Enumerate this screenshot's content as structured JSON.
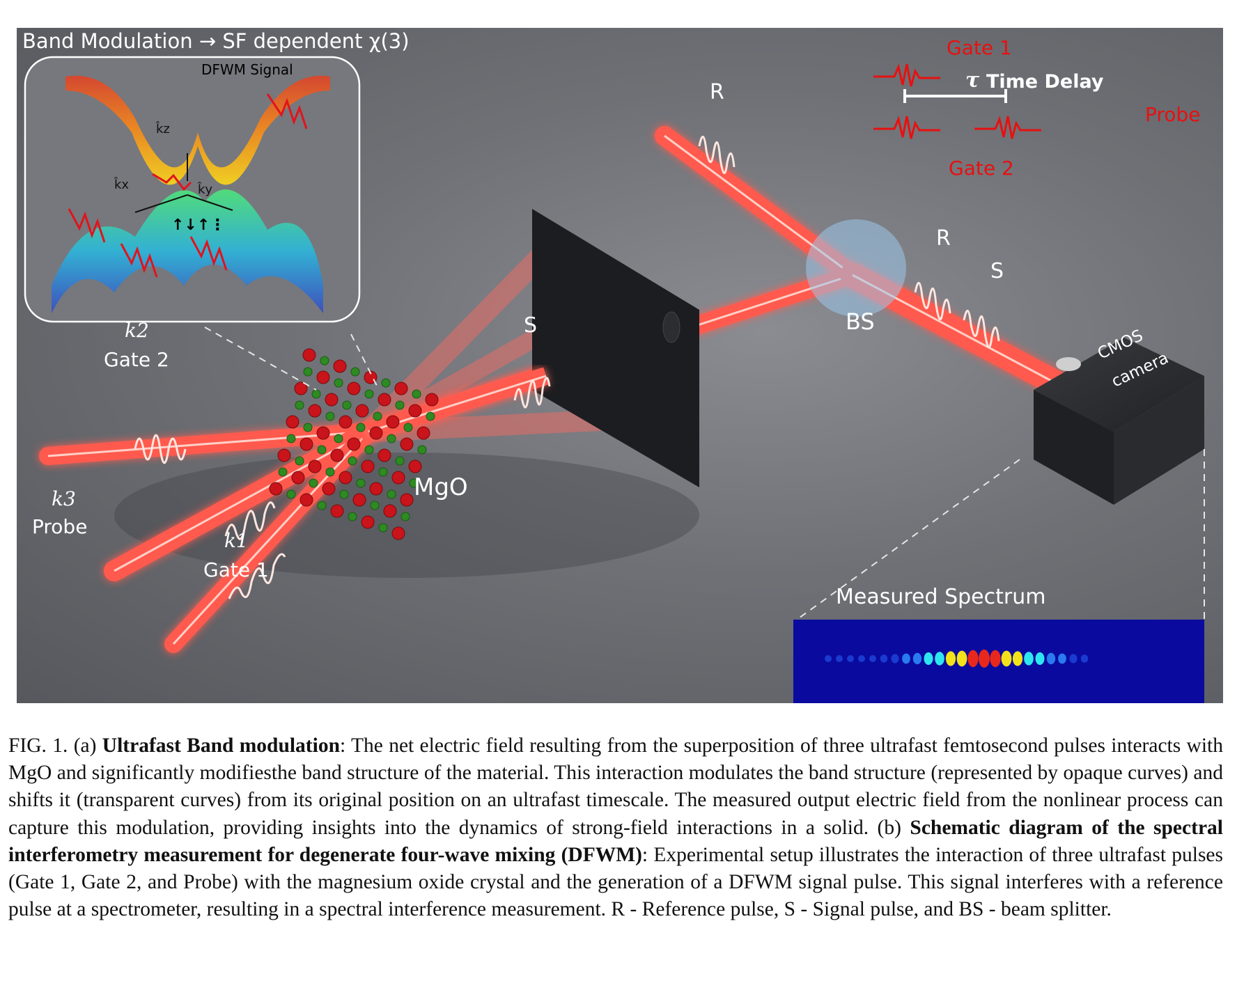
{
  "figure": {
    "inset_title": "Band Modulation → SF dependent χ(3)",
    "inset_signal_label": "DFWM Signal",
    "axis_labels": {
      "kz": "k̂z",
      "kx": "k̂x",
      "ky": "k̂y"
    },
    "beams": {
      "gate2_vector": "k2",
      "gate2_label": "Gate 2",
      "probe_vector": "k3",
      "probe_label": "Probe",
      "gate1_vector": "k1",
      "gate1_label": "Gate 1"
    },
    "crystal_label": "MgO",
    "signal_label_s": "S",
    "reference_label_r_top": "R",
    "reference_label_r": "R",
    "signal_label_s2": "S",
    "beam_splitter_label": "BS",
    "camera_label_line1": "CMOS",
    "camera_label_line2": "camera",
    "timing": {
      "gate1": "Gate 1",
      "gate2": "Gate 2",
      "probe": "Probe",
      "delay_symbol": "τ",
      "delay_text": "Time Delay"
    },
    "spectrum_label": "Measured Spectrum"
  },
  "caption": {
    "fig_label": "FIG. 1. (a) ",
    "title_a": "Ultrafast Band modulation",
    "text_a": ": The net electric field resulting from the superposition of three ultrafast femtosecond pulses interacts with MgO and significantly modifiesthe band structure of the material. This interaction modulates the band structure (represented by opaque curves) and shifts it (transparent curves) from its original position on an ultrafast timescale. The measured output electric field from the nonlinear process can capture this modulation, providing insights into the dynamics of strong-field interactions in a solid. (b) ",
    "title_b": "Schematic diagram of the spectral interferometry measurement for degenerate four-wave mixing (DFWM)",
    "text_b": ": Experimental setup illustrates the interaction of three ultrafast pulses (Gate 1, Gate 2, and Probe) with the magnesium oxide crystal and the generation of a DFWM signal pulse. This signal interferes with a reference pulse at a spectrometer, resulting in a spectral interference measurement. R - Reference pulse, S - Signal pulse, and BS - beam splitter."
  },
  "colors": {
    "beam": "#ff5a4e",
    "pulse_label": "#e81010",
    "spectrum_bg": "#0a0a9e"
  }
}
